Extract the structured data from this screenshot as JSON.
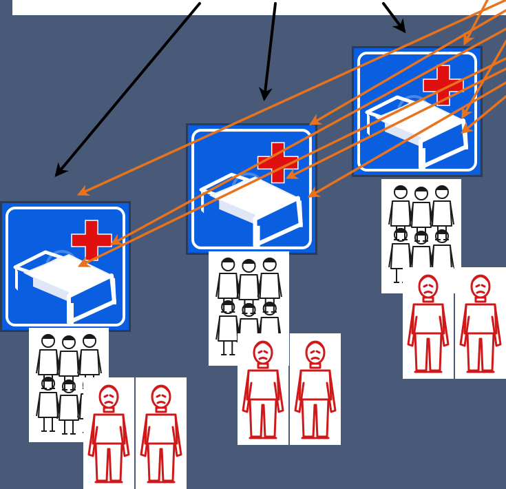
{
  "colors": {
    "background": "#485a78",
    "banner": "#ffffff",
    "sign_blue": "#0a5fe0",
    "sign_frame": "#2a3c5a",
    "sign_border": "#ffffff",
    "cross_red": "#e01010",
    "pointer_black": "#000000",
    "pointer_orange": "#e8731e",
    "family_ink": "#1a1a1a",
    "person_red": "#d01818"
  },
  "icons": {
    "hospital_sign": "hospital-bed-sign-icon",
    "family_group": "family-group-icon",
    "sick_person": "sick-person-icon"
  },
  "facilities": [
    {
      "id": "left",
      "sick_people": 2
    },
    {
      "id": "middle",
      "sick_people": 2
    },
    {
      "id": "right",
      "sick_people": 2
    }
  ],
  "arrows": [
    {
      "color": "pointer_black",
      "target": "left"
    },
    {
      "color": "pointer_black",
      "target": "middle"
    },
    {
      "color": "pointer_black",
      "target": "right"
    },
    {
      "color": "pointer_orange",
      "target": "left"
    },
    {
      "color": "pointer_orange",
      "target": "left"
    },
    {
      "color": "pointer_orange",
      "target": "left"
    },
    {
      "color": "pointer_orange",
      "target": "middle"
    },
    {
      "color": "pointer_orange",
      "target": "middle"
    },
    {
      "color": "pointer_orange",
      "target": "middle"
    },
    {
      "color": "pointer_orange",
      "target": "right"
    },
    {
      "color": "pointer_orange",
      "target": "right"
    },
    {
      "color": "pointer_orange",
      "target": "right"
    }
  ]
}
